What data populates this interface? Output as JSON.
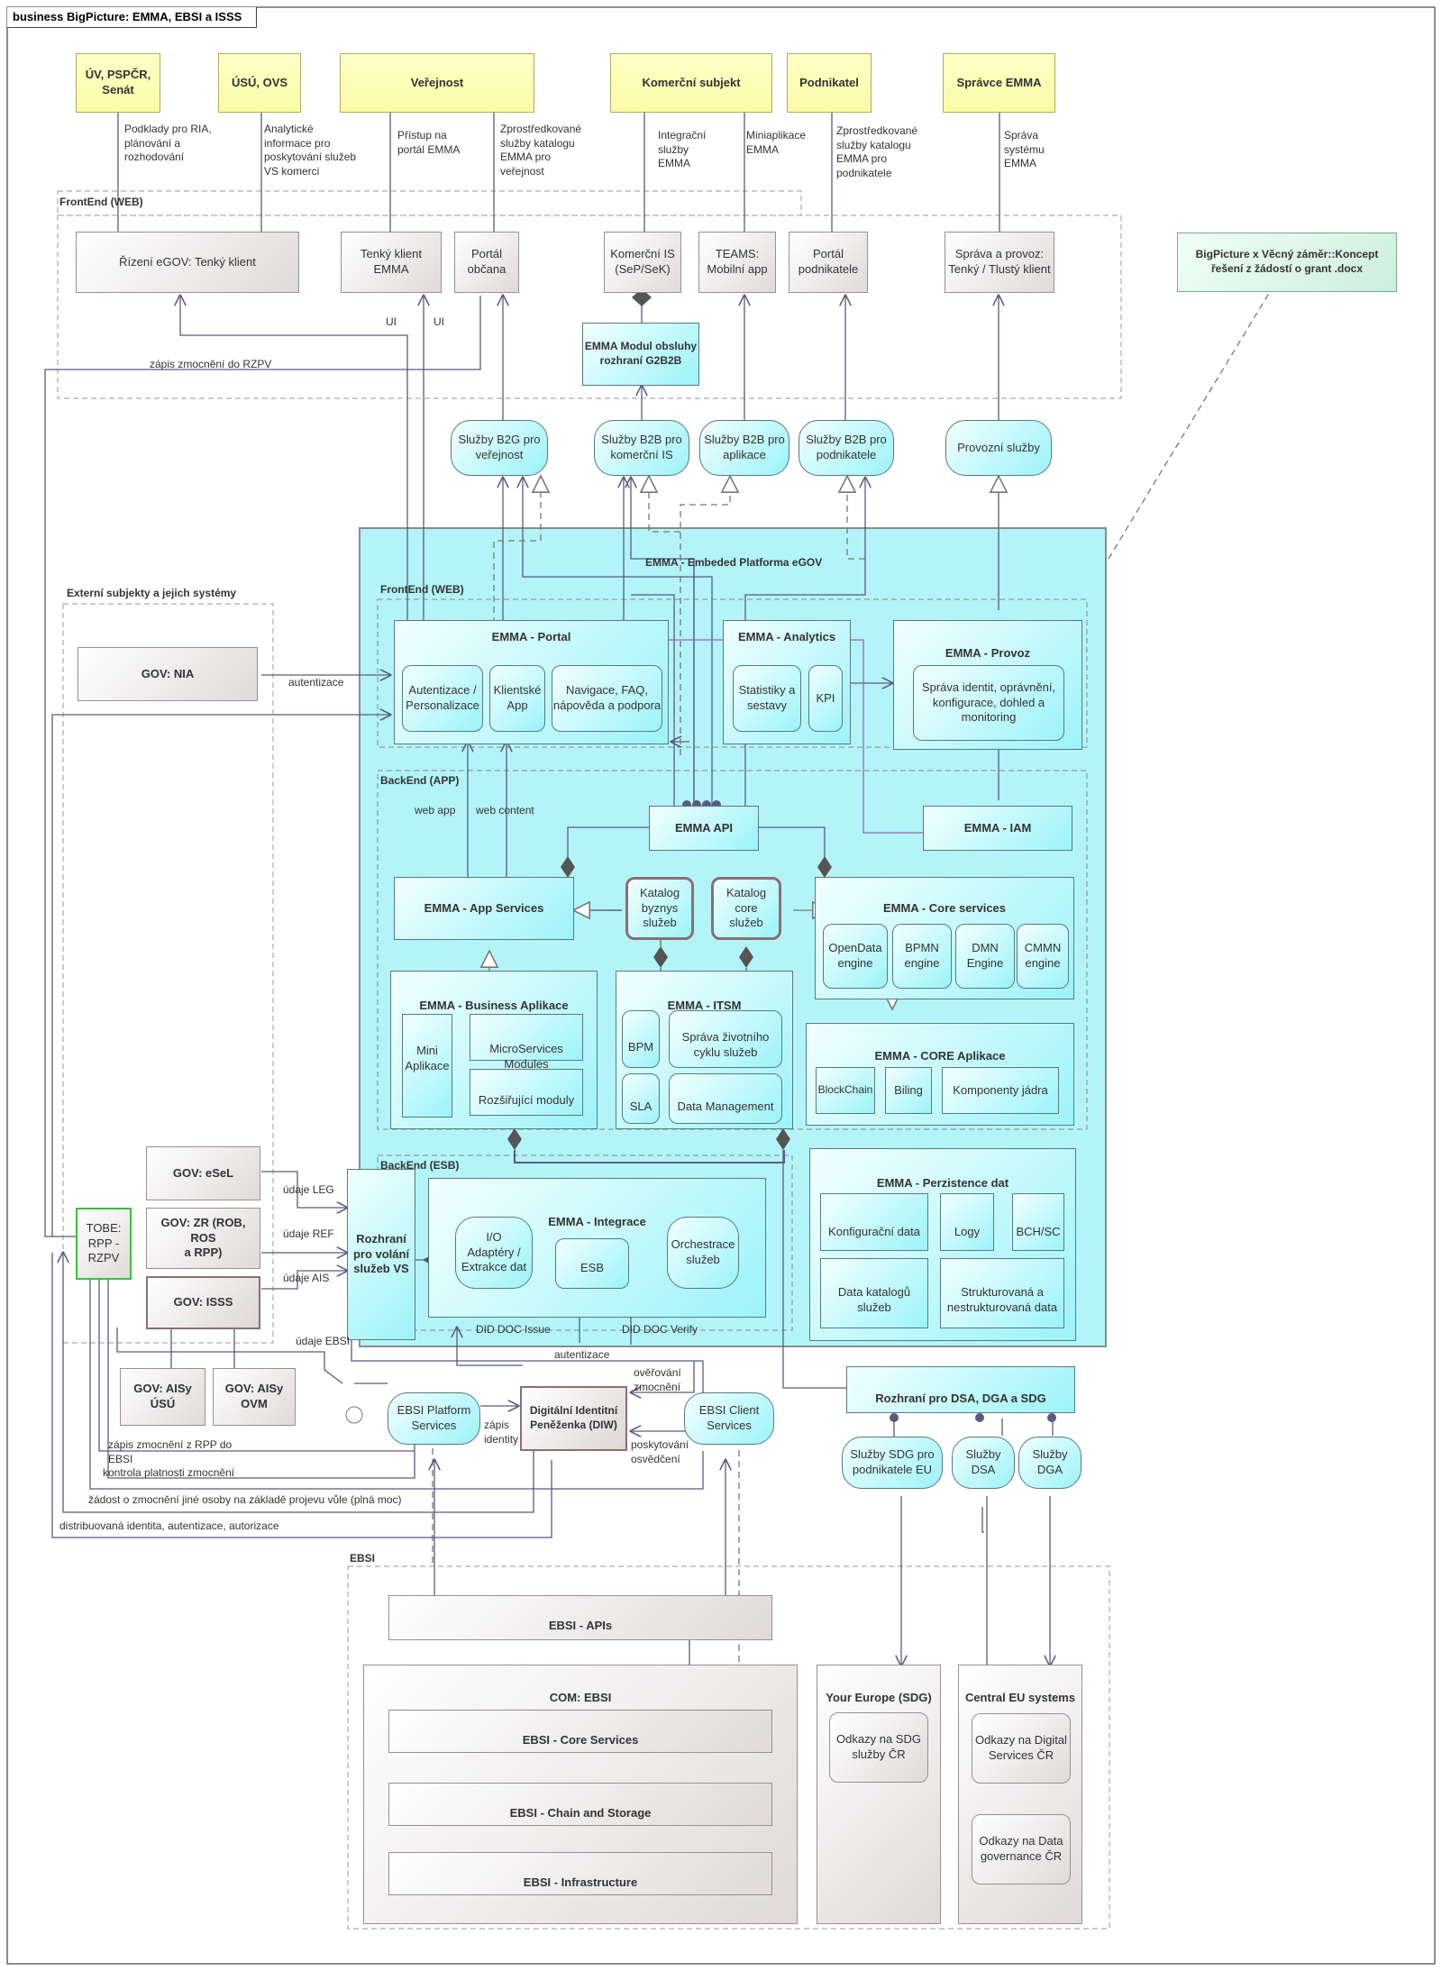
{
  "title": "business BigPicture: EMMA, EBSI a ISSS",
  "packages": {
    "frontend_outer": "FrontEnd (WEB)",
    "emma": "EMMA - Embeded Platforma eGOV",
    "frontend_inner": "FrontEnd (WEB)",
    "backend_app": "BackEnd (APP)",
    "backend_esb": "BackEnd (ESB)",
    "external": "Externí subjekty a jejich systémy",
    "ebsi": "EBSI"
  },
  "actors": {
    "uv": "ÚV, PSPČR,\nSenát",
    "usu": "ÚSÚ, OVS",
    "verejnost": "Veřejnost",
    "komercni": "Komerční subjekt",
    "podnikatel": "Podnikatel",
    "spravce": "Správce EMMA"
  },
  "frontend_components": {
    "rizeni": "Řízení eGOV: Tenký klient",
    "tenky": "Tenký klient\nEMMA",
    "portal_obcana": "Portál občana",
    "komercni_is": "Komerční IS\n(SeP/SeK)",
    "teams": "TEAMS:\nMobilní app",
    "portal_podnikatele": "Portál\npodnikatele",
    "sprava_provoz": "Správa a provoz:\nTenký / Tlustý klient",
    "modul_g2b2b": "EMMA Modul obsluhy\nrozhraní G2B2B"
  },
  "note": "BigPicture x Věcný záměr::Koncept\nřešení z žádostí o grant .docx",
  "services_top": {
    "b2g": "Služby B2G pro\nveřejnost",
    "b2b_is": "Služby B2B pro\nkomerční IS",
    "b2b_app": "Služby B2B pro\naplikace",
    "b2b_pod": "Služby B2B pro\npodnikatele",
    "provozni": "Provozní služby"
  },
  "emma_components": {
    "portal": "EMMA - Portal",
    "autentizace": "Autentizace /\nPersonalizace",
    "klientske_app": "Klientské\nApp",
    "navigace": "Navigace, FAQ,\nnápověda a podpora",
    "analytics": "EMMA - Analytics",
    "statistiky": "Statistiky a\nsestavy",
    "kpi": "KPI",
    "provoz": "EMMA - Provoz",
    "sprava_identit": "Správa identit, oprávnění,\nkonfigurace, dohled a\nmonitoring",
    "api": "EMMA API",
    "iam": "EMMA - IAM",
    "app_services": "EMMA - App Services",
    "katalog_byznys": "Katalog\nbyznys\nslužeb",
    "katalog_core": "Katalog core\nslužeb",
    "core_services": "EMMA - Core services",
    "opendata": "OpenData\nengine",
    "bpmn": "BPMN\nengine",
    "dmn": "DMN\nEngine",
    "cmmn": "CMMN\nengine",
    "business_apl": "EMMA - Business Aplikace",
    "mini": "Mini\nAplikace",
    "microservices": "MicroServices\nModules",
    "rozsirujici": "Rozšiřující moduly",
    "itsm": "EMMA - ITSM",
    "bpm": "BPM",
    "sprava_zivot": "Správa životního\ncyklu služeb",
    "sla": "SLA",
    "data_mgmt": "Data Management",
    "core_apl": "EMMA - CORE Aplikace",
    "blockchain": "BlockChain",
    "biling": "Biling",
    "komponenty": "Komponenty jádra",
    "rozhrani_vs": "Rozhraní\npro volání\nslužeb VS",
    "integrace": "EMMA - Integrace",
    "io_adaptery": "I/O\nAdaptéry /\nExtrakce dat",
    "esb": "ESB",
    "orchestrace": "Orchestrace\nslužeb",
    "persistence": "EMMA - Perzistence dat",
    "konfig_data": "Konfigurační data",
    "logy": "Logy",
    "bch": "BCH/SC",
    "data_katalogu": "Data katalogů\nslužeb",
    "strukturovana": "Strukturovaná a\nnestrukturovaná data"
  },
  "external": {
    "nia": "GOV: NIA",
    "esel": "GOV: eSeL",
    "zr": "GOV: ZR (ROB, ROS\na RPP)",
    "isss": "GOV: ISSS",
    "tobe": "TOBE:\nRPP -\nRZPV",
    "aisy_usu": "GOV: AISy\nÚSÚ",
    "aisy_ovm": "GOV: AISy\nOVM"
  },
  "ebsi_services": {
    "platform": "EBSI Platform\nServices",
    "diw": "Digitální Identitní\nPeněženka (DIW)",
    "client": "EBSI Client\nServices",
    "dsa_iface": "Rozhraní pro DSA, DGA a SDG",
    "sdg": "Služby SDG pro\npodnikatele EU",
    "dsa": "Služby DSA",
    "dga": "Služby DGA"
  },
  "ebsi_pkg": {
    "apis": "EBSI - APIs",
    "com": "COM: EBSI",
    "core": "EBSI - Core Services",
    "chain": "EBSI - Chain and Storage",
    "infra": "EBSI - Infrastructure",
    "your_europe": "Your Europe (SDG)",
    "odkazy_sdg": "Odkazy na SDG\nslužby ČR",
    "central_eu": "Central EU systems",
    "odkazy_digital": "Odkazy na Digital\nServices ČR",
    "odkazy_data": "Odkazy na Data\ngovernance ČR"
  },
  "labels": {
    "podklady": "Podklady pro RIA,\nplánování a\nrozhodování",
    "analyticke": "Analytické\ninformace pro\nposkytování služeb\nVS komerci",
    "pristup": "Přístup na\nportál EMMA",
    "zprostredkovane_ver": "Zprostředkované\nslužby katalogu\nEMMA pro\nveřejnost",
    "integracni": "Integrační\nslužby\nEMMA",
    "miniaplikace": "Miniaplikace\nEMMA",
    "zprostredkovane_pod": "Zprostředkované\nslužby katalogu\nEMMA pro\npodnikatele",
    "sprava_systemu": "Správa\nsystému\nEMMA",
    "ui1": "UI",
    "ui2": "UI",
    "zapis_rzpv": "zápis zmocnění do RZPV",
    "autentizace": "autentizace",
    "web_app": "web app",
    "web_content": "web content",
    "udaje_leg": "údaje LEG",
    "udaje_ref": "údaje REF",
    "udaje_ais": "údaje AIS",
    "udaje_ebsi": "údaje EBSI",
    "did_issue": "DID DOC Issue",
    "did_verify": "DID DOC Verify",
    "autentizace2": "autentizace",
    "overovani": "ověřování\nzmocnění",
    "zapis_identity": "zápis\nidentity",
    "poskytovani": "poskytování\nosvědčení",
    "zapis_rpp": "zápis zmocnění z RPP do\nEBSI",
    "kontrola": "kontrola platnosti zmocnění",
    "zadost": "žádost o zmocnění jiné osoby na základě projevu vůle (plná moc)",
    "distribuovana": "distribuovaná identita, autentizace, autorizace"
  }
}
